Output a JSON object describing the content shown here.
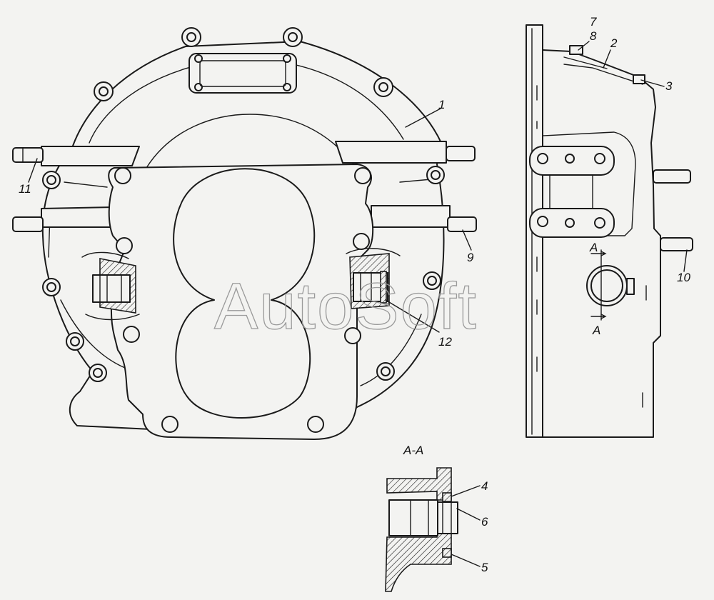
{
  "watermark": "AutoSoft",
  "section_title": "A-A",
  "section_marks": [
    "A",
    "A"
  ],
  "callouts": [
    {
      "id": "c1",
      "text": "1"
    },
    {
      "id": "c2",
      "text": "2"
    },
    {
      "id": "c3",
      "text": "3"
    },
    {
      "id": "c4",
      "text": "4"
    },
    {
      "id": "c5",
      "text": "5"
    },
    {
      "id": "c6",
      "text": "6"
    },
    {
      "id": "c7",
      "text": "7"
    },
    {
      "id": "c8",
      "text": "8"
    },
    {
      "id": "c9",
      "text": "9"
    },
    {
      "id": "c10",
      "text": "10"
    },
    {
      "id": "c11",
      "text": "11"
    },
    {
      "id": "c12",
      "text": "12"
    }
  ]
}
